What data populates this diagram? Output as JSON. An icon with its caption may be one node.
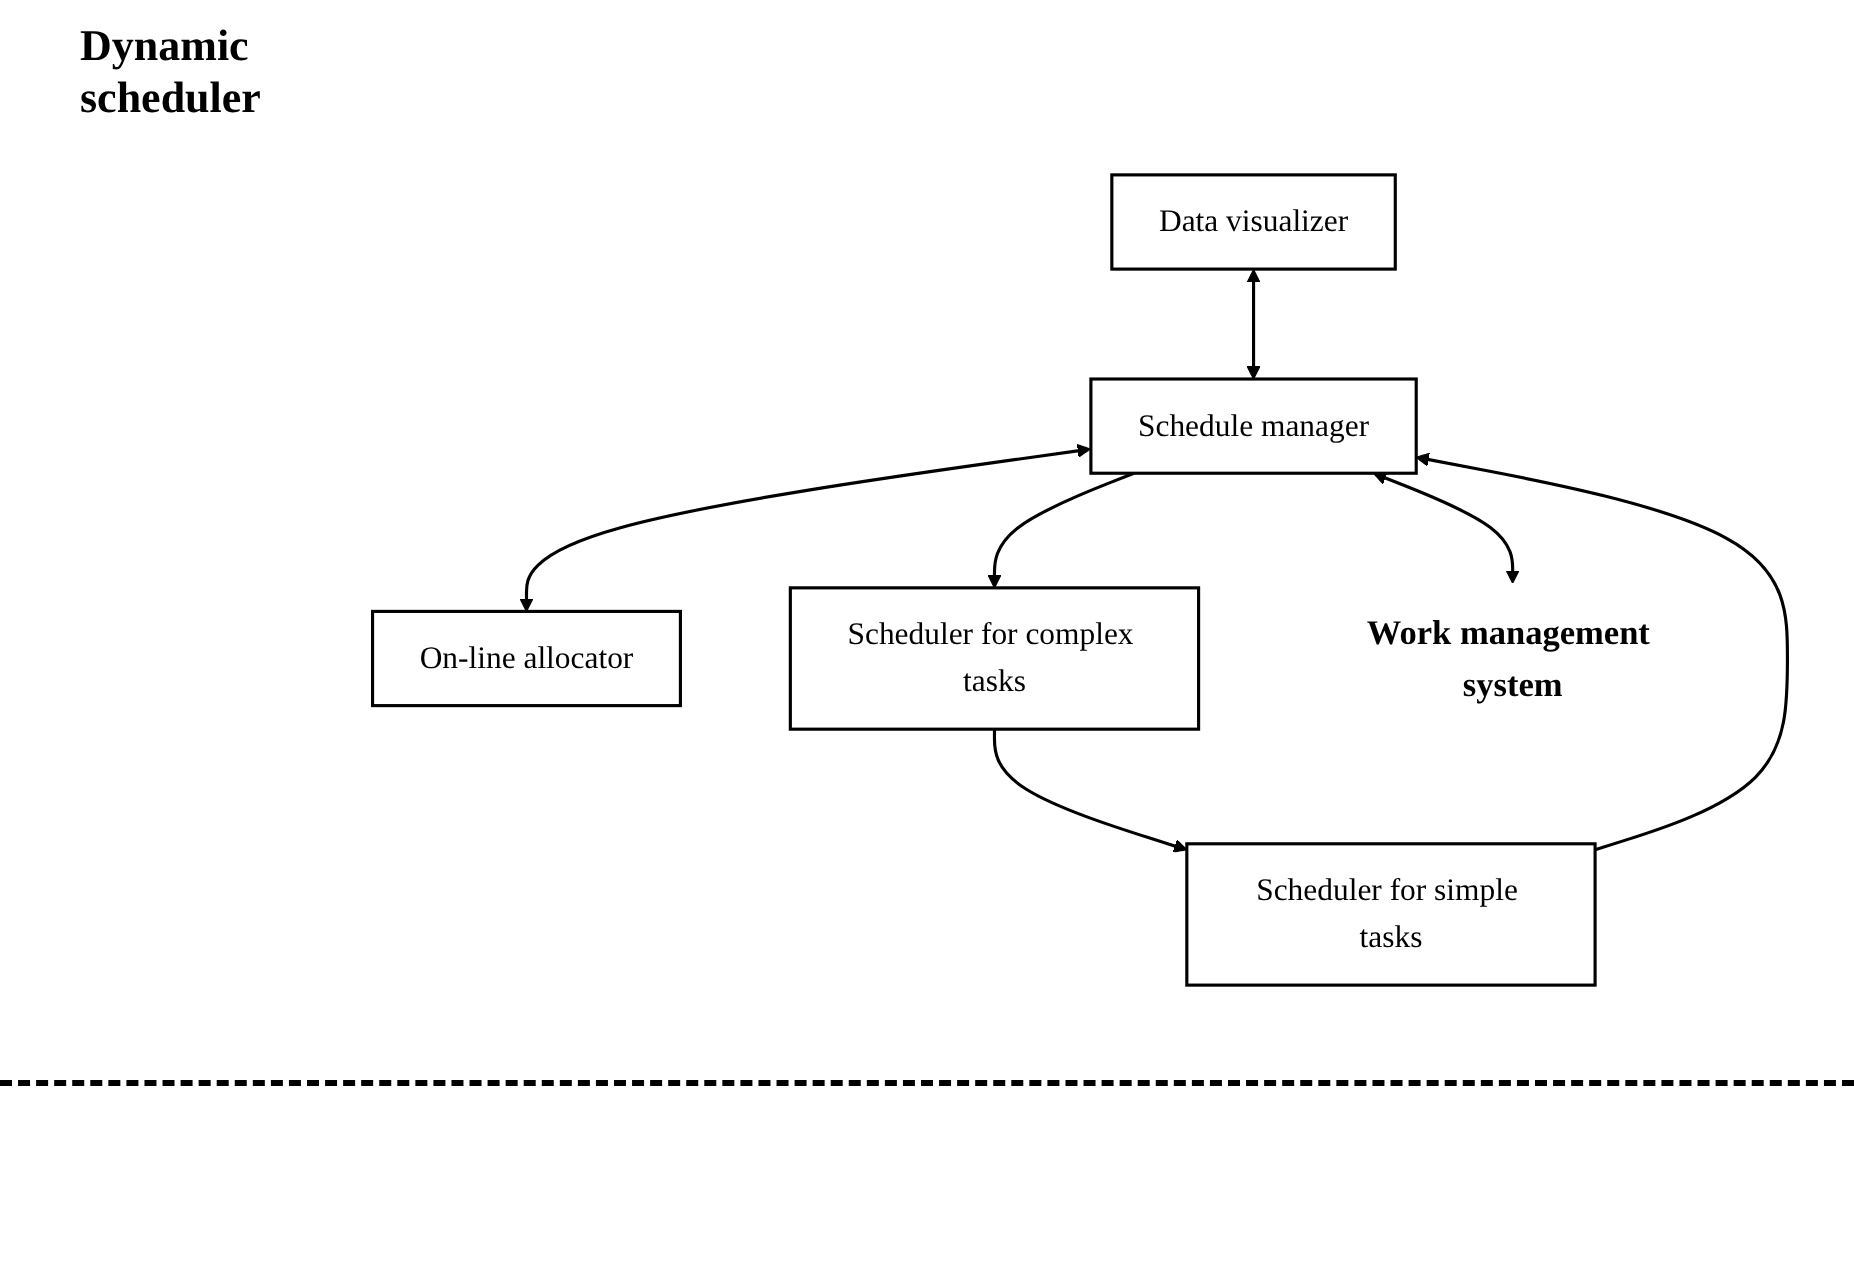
{
  "diagram": {
    "nodes": [
      {
        "text": [
          "Data visualizer"
        ]
      },
      {
        "text": [
          "Scheduler for simple tasks"
        ]
      },
      {
        "text": [
          "Schedule manager"
        ]
      },
      {
        "text": [
          "On-line allocator"
        ]
      },
      {
        "text": [
          "Scheduler for complex tasks"
        ]
      },
      {
        "text": [
          "Work management system"
        ]
      }
    ],
    "edges": [
      {
        "from": 0,
        "to": 2,
        "arrow": "both"
      },
      {
        "from": 1,
        "to": 2,
        "arrow": "to"
      },
      {
        "from": 2,
        "to": 4,
        "arrow": "to"
      },
      {
        "from": 4,
        "to": 1,
        "arrow": "to"
      },
      {
        "from": 2,
        "to": 3,
        "arrow": "both"
      },
      {
        "from": 2,
        "to": 5,
        "arrow": "both"
      }
    ],
    "labels": [
      "Dynamic scheduler"
    ]
  }
}
